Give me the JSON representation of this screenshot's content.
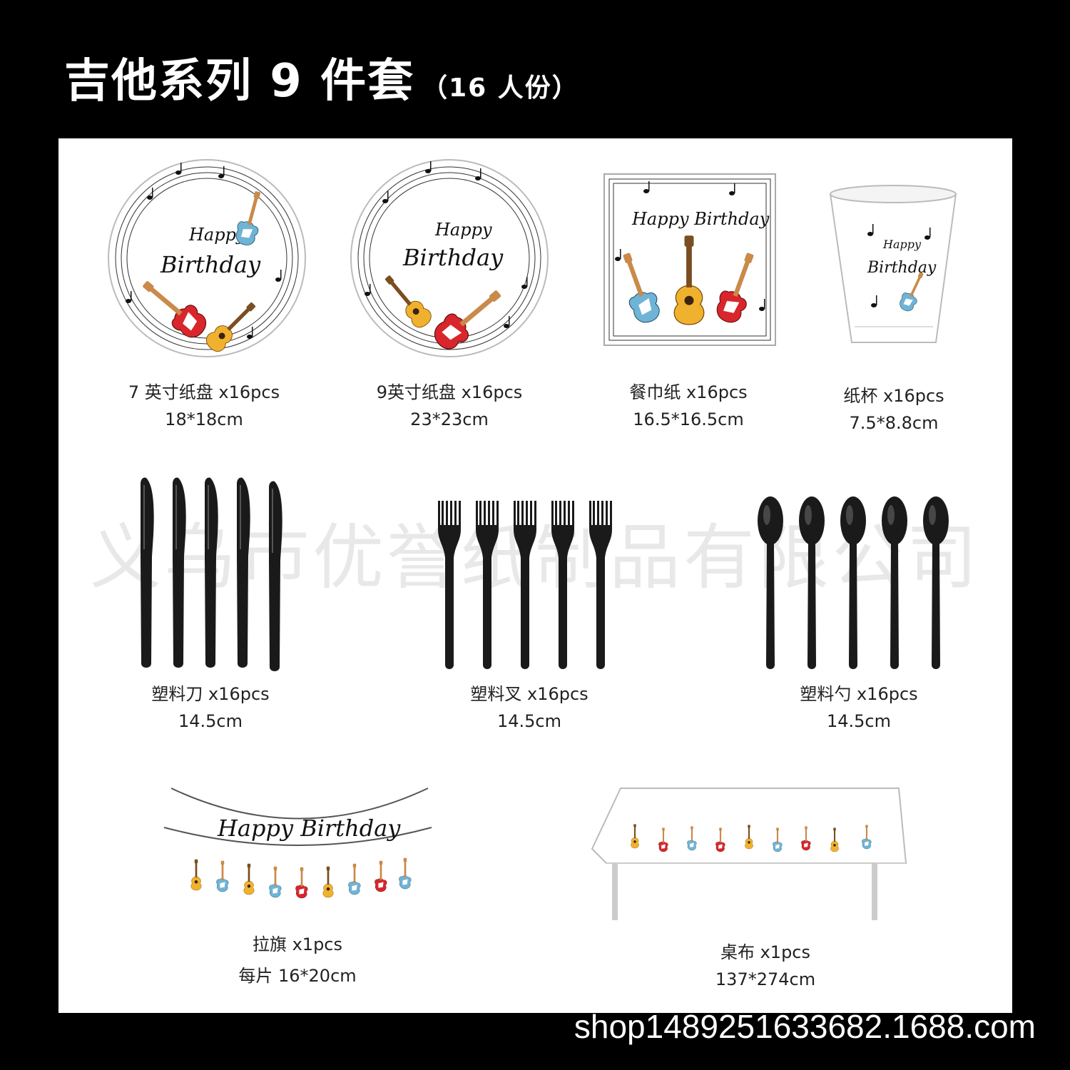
{
  "header": {
    "title": "吉他系列 9 件套",
    "subtitle": "（16 人份）"
  },
  "watermark": "义乌市优誉纸制品有限公司",
  "footer": {
    "shop_url": "shop1489251633682.1688.com"
  },
  "artwork": {
    "happy": "Happy",
    "birthday": "Birthday",
    "happy_birthday": "Happy Birthday"
  },
  "colors": {
    "background": "#000000",
    "panel": "#ffffff",
    "guitar_red": "#d8262c",
    "guitar_blue": "#6fb4d6",
    "guitar_yellow": "#f0b22e",
    "cutlery": "#1a1a1a"
  },
  "products": [
    {
      "name": "7 英寸纸盘 x16pcs",
      "size": "18*18cm",
      "icon": "small-plate"
    },
    {
      "name": "9英寸纸盘 x16pcs",
      "size": "23*23cm",
      "icon": "large-plate"
    },
    {
      "name": "餐巾纸 x16pcs",
      "size": "16.5*16.5cm",
      "icon": "napkin"
    },
    {
      "name": "纸杯 x16pcs",
      "size": "7.5*8.8cm",
      "icon": "paper-cup"
    },
    {
      "name": "塑料刀 x16pcs",
      "size": "14.5cm",
      "icon": "knife"
    },
    {
      "name": "塑料叉 x16pcs",
      "size": "14.5cm",
      "icon": "fork"
    },
    {
      "name": "塑料勺 x16pcs",
      "size": "14.5cm",
      "icon": "spoon"
    },
    {
      "name": "拉旗 x1pcs",
      "size": "每片 16*20cm",
      "icon": "banner"
    },
    {
      "name": "桌布 x1pcs",
      "size": "137*274cm",
      "icon": "tablecloth"
    }
  ]
}
